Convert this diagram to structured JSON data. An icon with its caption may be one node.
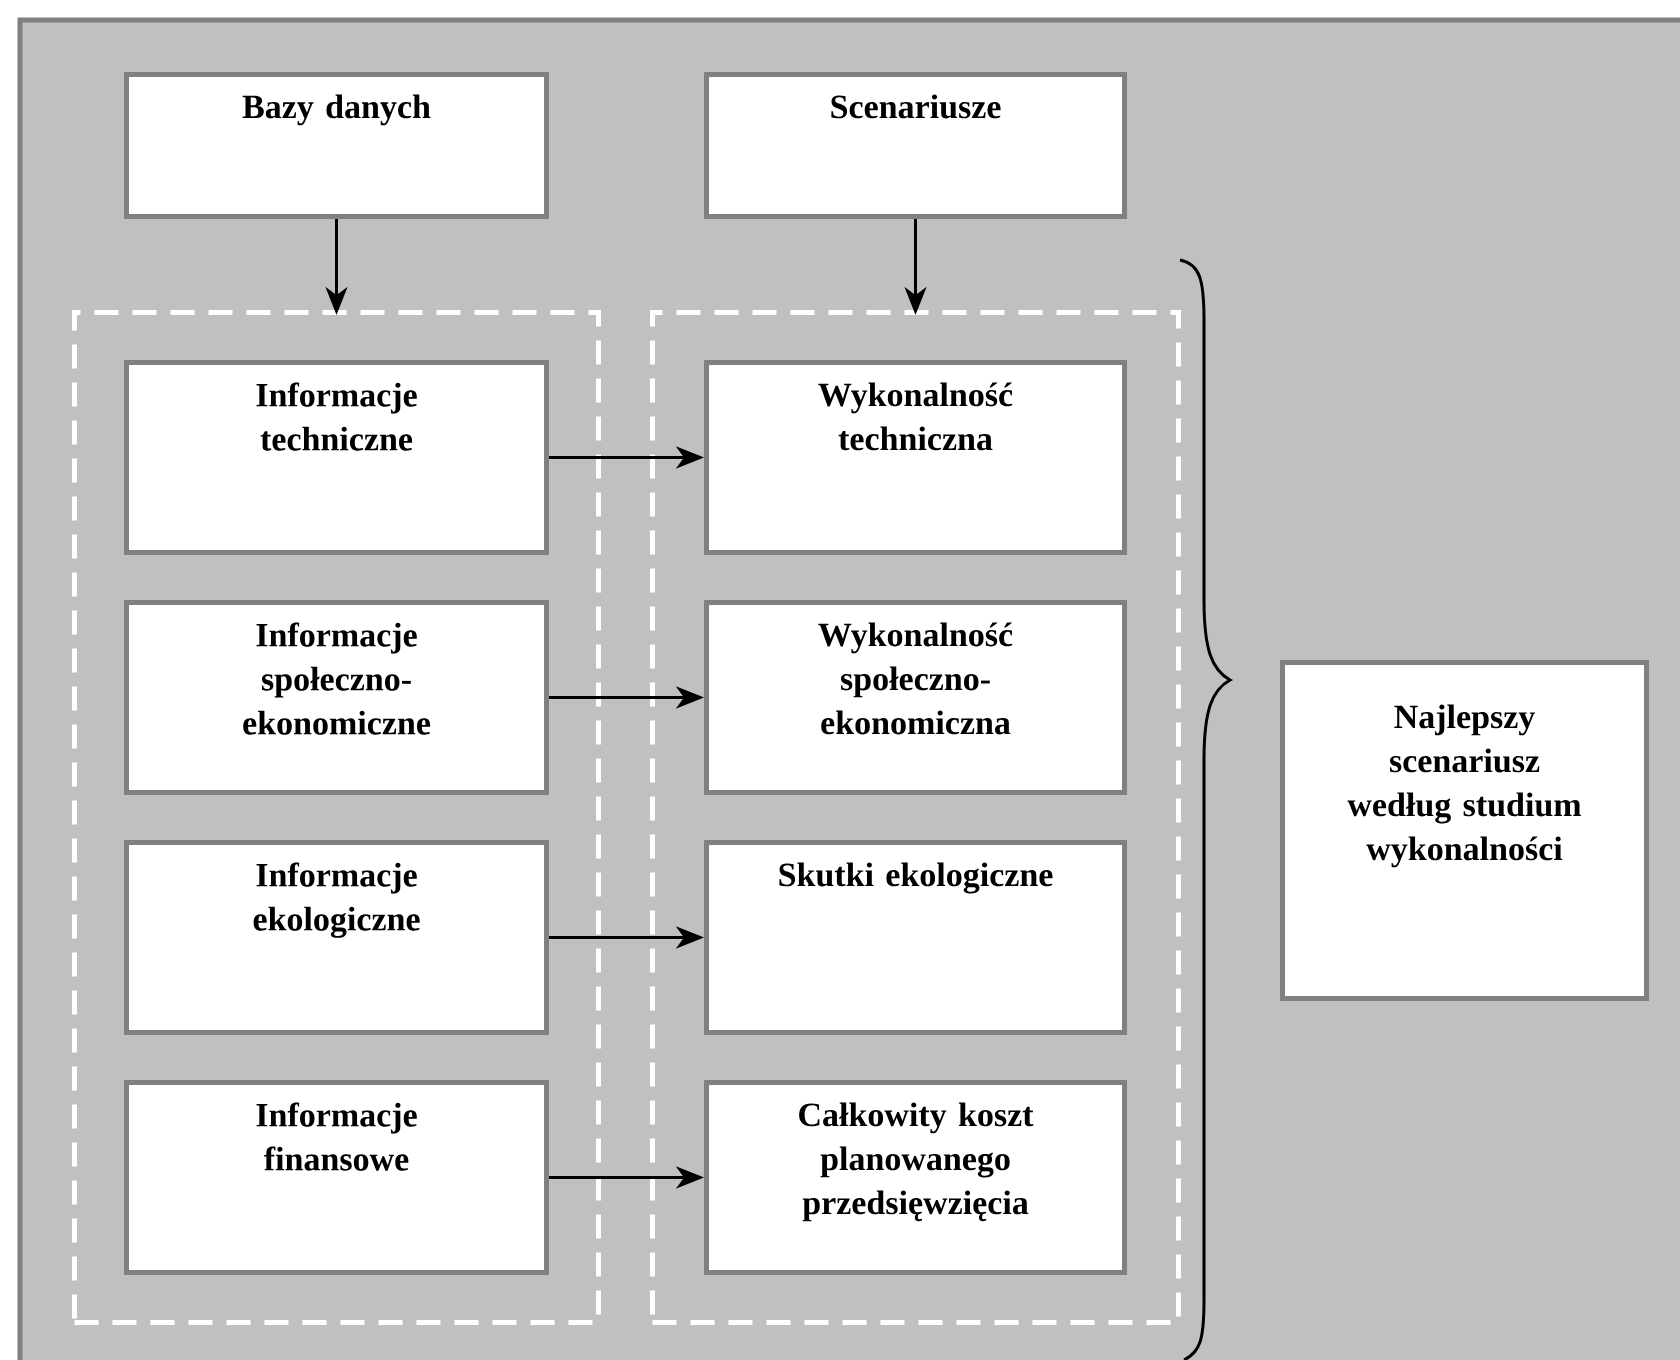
{
  "diagram": {
    "nodes": [
      {
        "text": [
          "Bazy danych"
        ]
      },
      {
        "text": [
          "Scenariusze"
        ]
      },
      {
        "text": [],
        "shape": "box"
      },
      {
        "text": [
          "Informacje techniczne"
        ],
        "in": 2
      },
      {
        "text": [
          "Informacje społeczno- ekonomiczne"
        ],
        "in": 2
      },
      {
        "text": [
          "Informacje ekologiczne"
        ],
        "in": 2
      },
      {
        "text": [
          "Informacje finansowe"
        ],
        "in": 2
      },
      {
        "text": [],
        "shape": "box"
      },
      {
        "text": [
          "Wykonalność techniczna"
        ],
        "in": 7
      },
      {
        "text": [
          "Wykonalność społeczno- ekonomiczna"
        ],
        "in": 7
      },
      {
        "text": [
          "Skutki ekologiczne"
        ],
        "in": 7
      },
      {
        "text": [
          "Całkowity koszt planowanego przedsięwzięcia"
        ],
        "in": 7
      },
      {
        "text": [
          "Najlepszy scenariusz według studium wykonalności"
        ]
      }
    ],
    "edges": [
      {
        "from": 0,
        "to": 2,
        "arrow": "to"
      },
      {
        "from": 1,
        "to": 7,
        "arrow": "to"
      },
      {
        "from": 3,
        "to": 8,
        "arrow": "to"
      },
      {
        "from": 4,
        "to": 9,
        "arrow": "to"
      },
      {
        "from": 5,
        "to": 10,
        "arrow": "to"
      },
      {
        "from": 6,
        "to": 11,
        "arrow": "to"
      }
    ]
  }
}
